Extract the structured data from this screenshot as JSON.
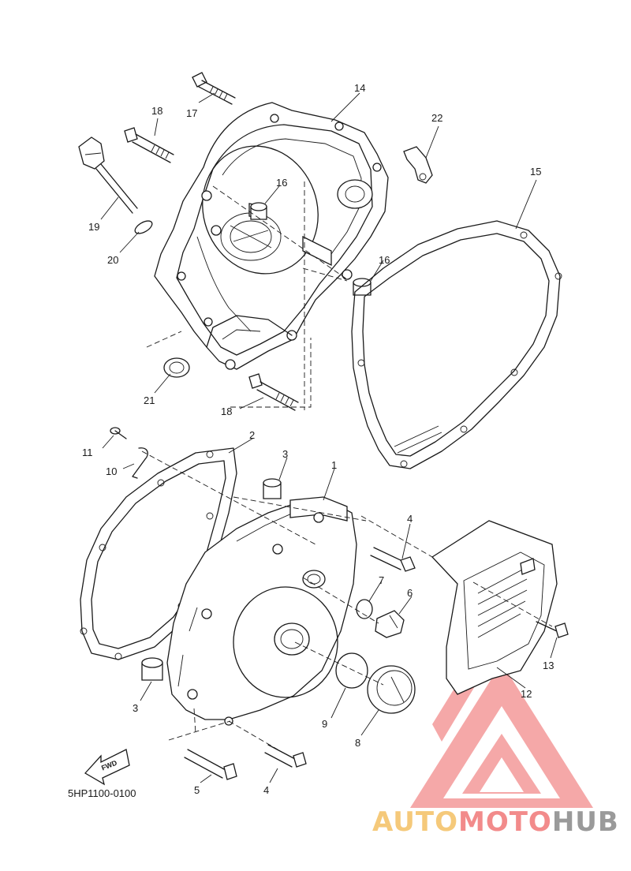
{
  "diagram": {
    "code": "5HP1100-0100",
    "fwd_label": "FWD",
    "callouts": [
      {
        "id": "c17",
        "label": "17"
      },
      {
        "id": "c14",
        "label": "14"
      },
      {
        "id": "c18a",
        "label": "18"
      },
      {
        "id": "c22",
        "label": "22"
      },
      {
        "id": "c15",
        "label": "15"
      },
      {
        "id": "c16a",
        "label": "16"
      },
      {
        "id": "c19",
        "label": "19"
      },
      {
        "id": "c20",
        "label": "20"
      },
      {
        "id": "c16b",
        "label": "16"
      },
      {
        "id": "c21",
        "label": "21"
      },
      {
        "id": "c18b",
        "label": "18"
      },
      {
        "id": "c2",
        "label": "2"
      },
      {
        "id": "c11",
        "label": "11"
      },
      {
        "id": "c3a",
        "label": "3"
      },
      {
        "id": "c1",
        "label": "1"
      },
      {
        "id": "c10",
        "label": "10"
      },
      {
        "id": "c4a",
        "label": "4"
      },
      {
        "id": "c7",
        "label": "7"
      },
      {
        "id": "c6",
        "label": "6"
      },
      {
        "id": "c13",
        "label": "13"
      },
      {
        "id": "c12",
        "label": "12"
      },
      {
        "id": "c3b",
        "label": "3"
      },
      {
        "id": "c9",
        "label": "9"
      },
      {
        "id": "c8",
        "label": "8"
      },
      {
        "id": "c5",
        "label": "5"
      },
      {
        "id": "c4b",
        "label": "4"
      }
    ]
  },
  "watermark": {
    "part1": "AUTO",
    "part2": "MOTO",
    "part3": "HUB",
    "color_light": "#f5c97a",
    "color_red": "#f28b8b",
    "color_dark": "#9a9a9a"
  }
}
